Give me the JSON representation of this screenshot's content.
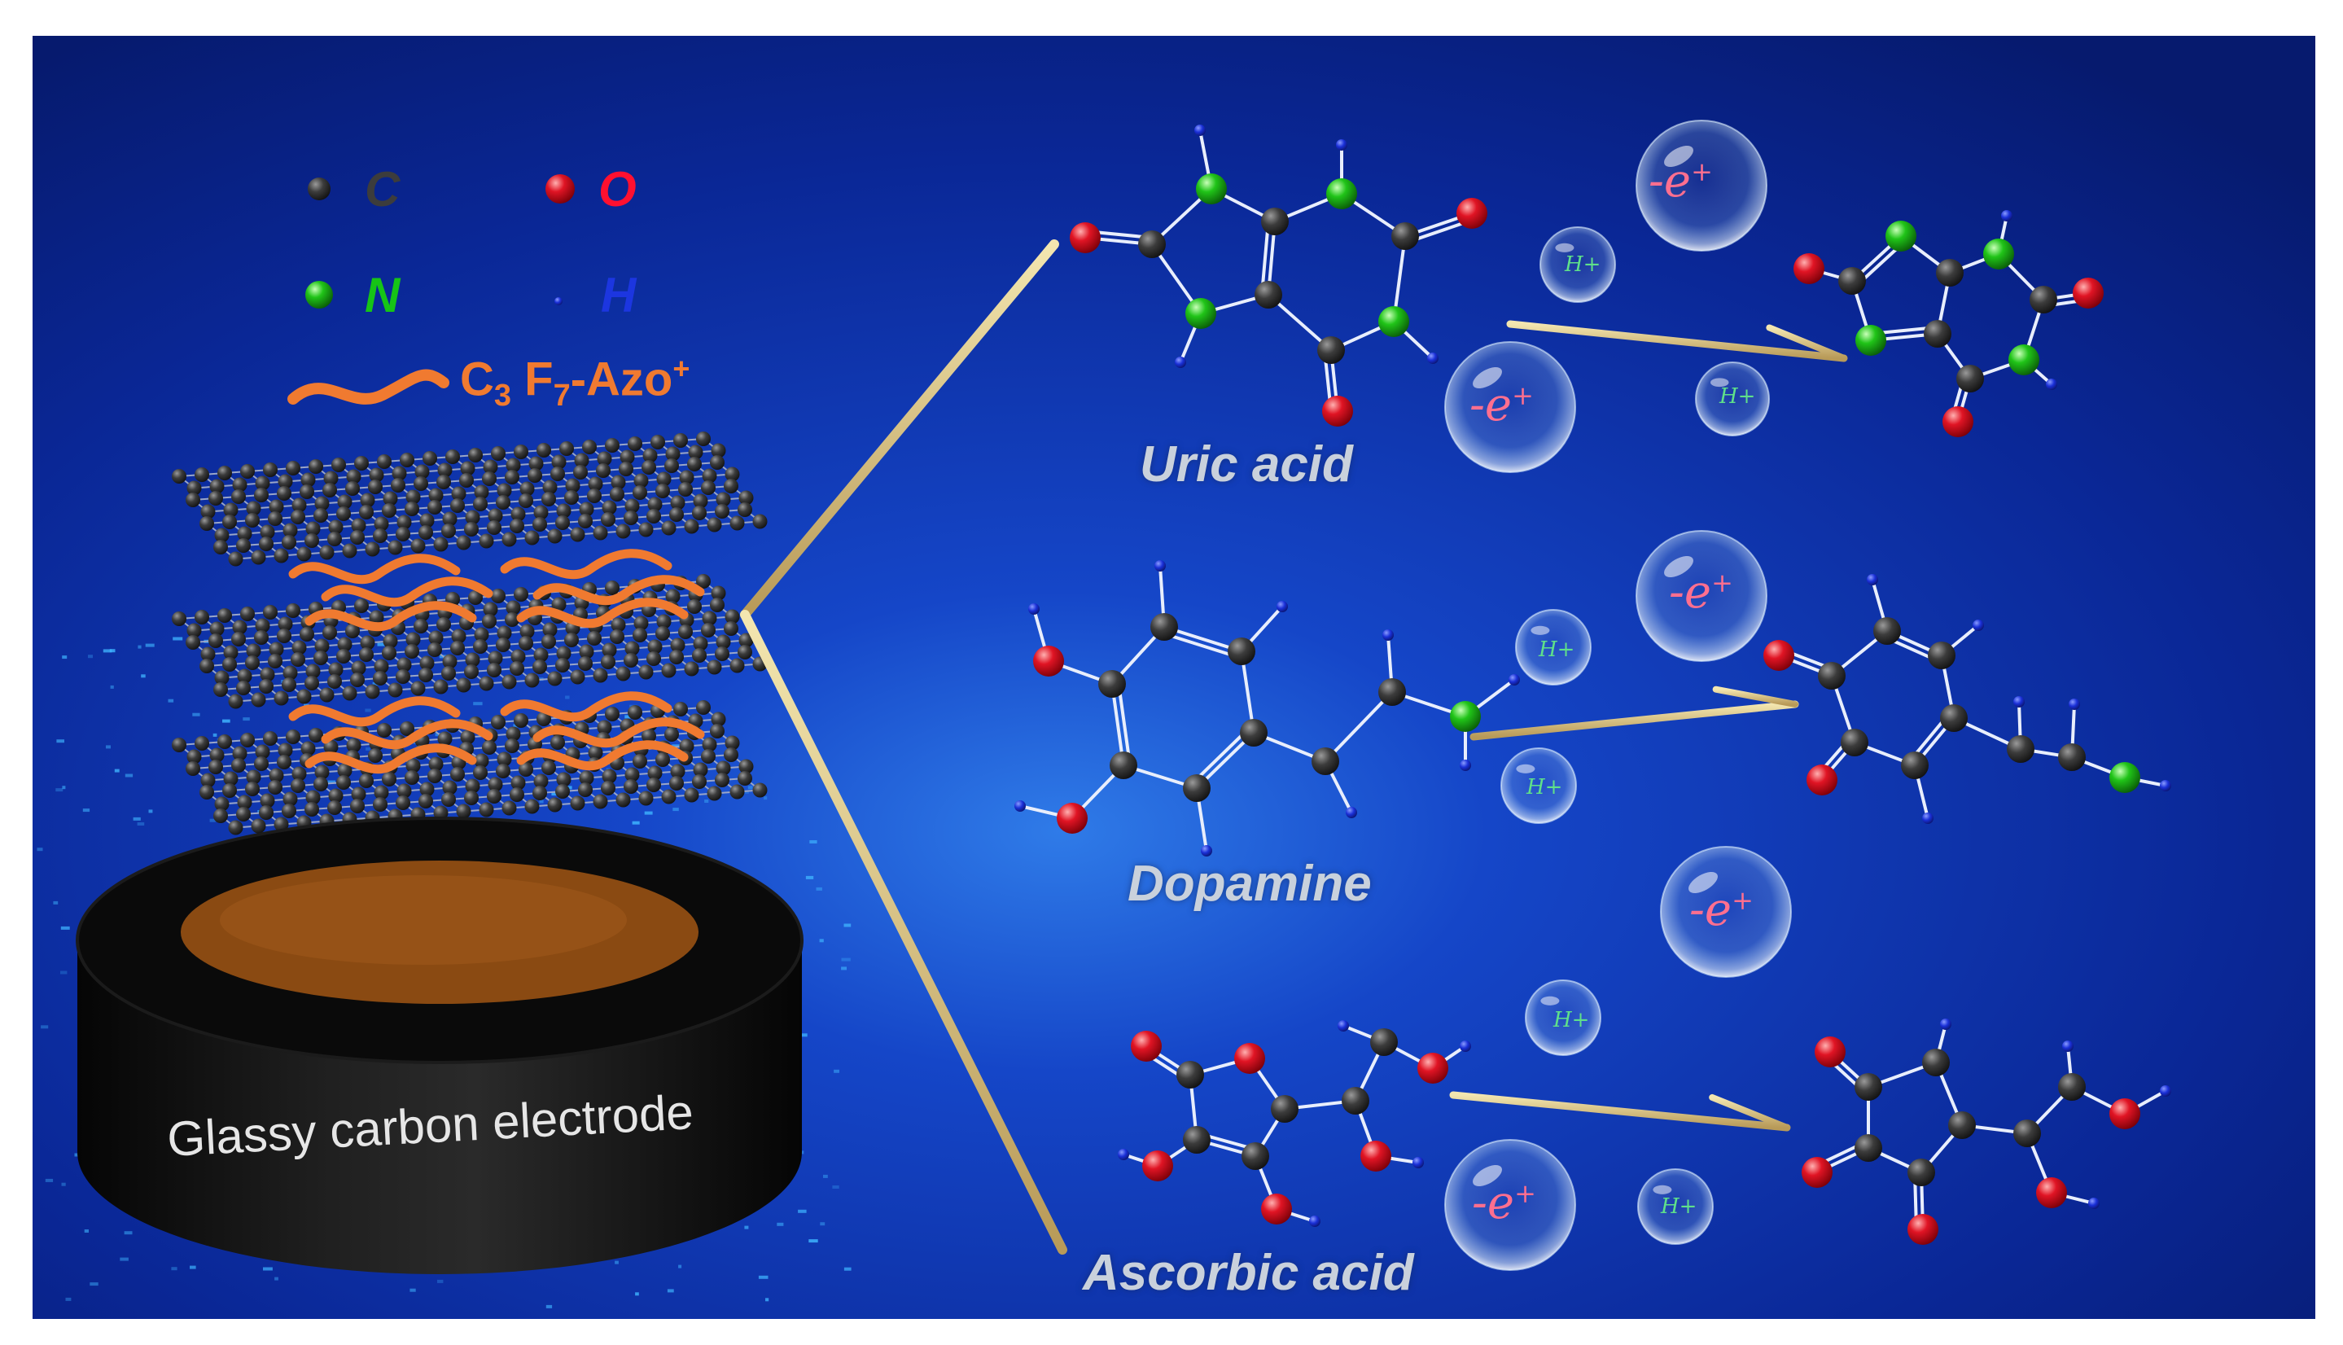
{
  "legend": {
    "carbon": "C",
    "oxygen": "O",
    "nitrogen": "N",
    "hydrogen": "H",
    "polymer_main": "C",
    "polymer_sub1": "3",
    "polymer_mid": " F",
    "polymer_sub2": "7",
    "polymer_tail": "-Azo",
    "polymer_sup": "+"
  },
  "electrode": {
    "label": "Glassy carbon electrode"
  },
  "molecules": {
    "uric": "Uric acid",
    "dopamine": "Dopamine",
    "ascorbic": "Ascorbic acid"
  },
  "bubbles": {
    "electron": "-e",
    "electron_sup": "+",
    "proton": "H+"
  },
  "colors": {
    "background": "#0b2a9a",
    "carbon": "#3a3a3a",
    "oxygen": "#e01020",
    "nitrogen": "#18c018",
    "hydrogen": "#1830d0",
    "polymer": "#f07a30",
    "connector": "#d8c88a",
    "electrode_body": "#111111",
    "electrode_top": "#8a4a12"
  }
}
